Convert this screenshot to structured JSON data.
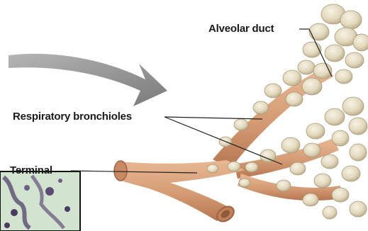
{
  "labels": {
    "alveolar_duct": "Alveolar duct",
    "respiratory_bronchioles": "Respiratory bronchioles",
    "terminal": "Terminal"
  },
  "colors": {
    "tube": "#d9a27c",
    "tube_dark": "#b97a56",
    "alveoli": "#e6dcc3",
    "alveoli_shade": "#c9bb9b",
    "arrow": "#8f8f8f",
    "inset_bg": "#cfe0cf"
  }
}
